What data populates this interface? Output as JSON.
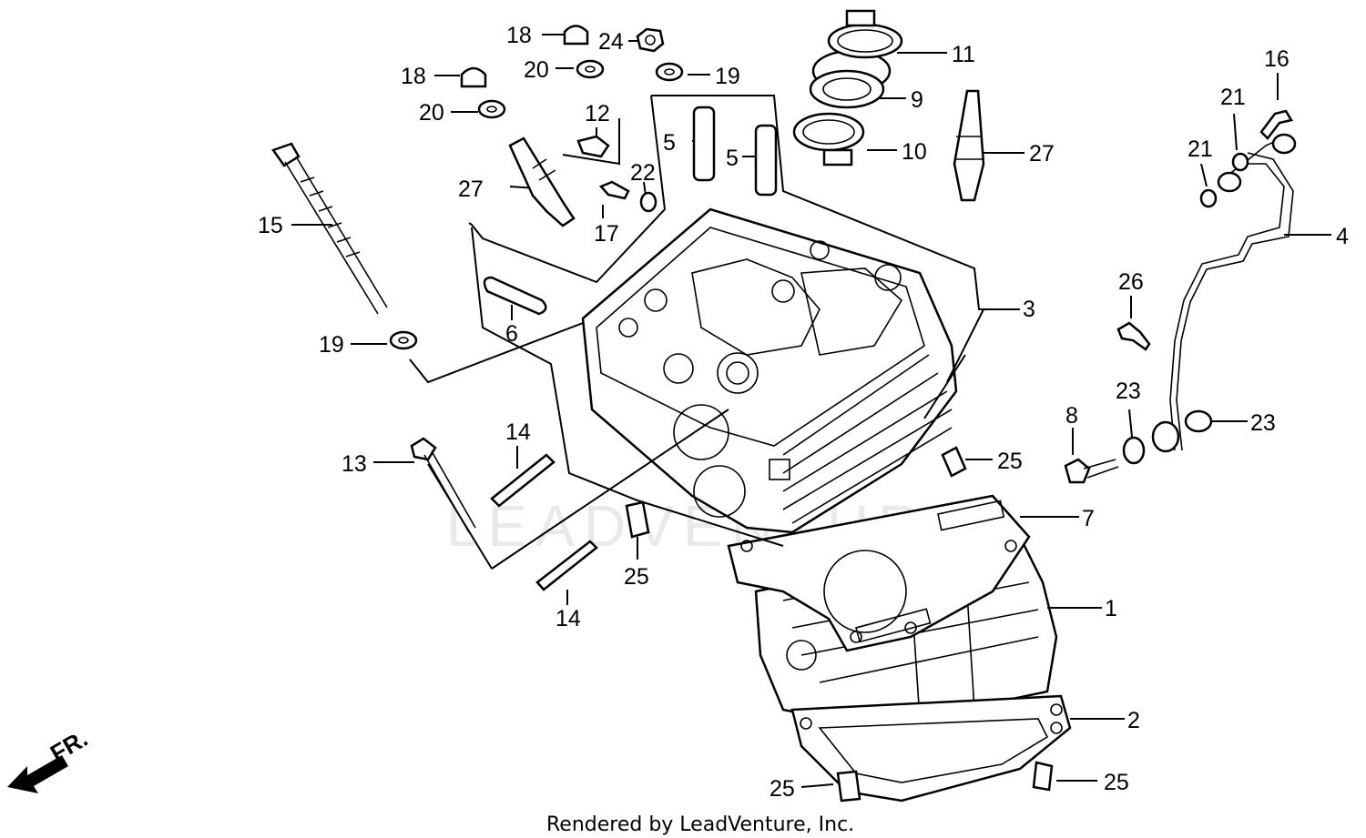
{
  "watermark": "LEADVENTURE",
  "footer": "Rendered by LeadVenture, Inc.",
  "direction_label": "FR.",
  "callouts": {
    "c1": "1",
    "c2": "2",
    "c3": "3",
    "c4": "4",
    "c5a": "5",
    "c5b": "5",
    "c6": "6",
    "c7": "7",
    "c8": "8",
    "c9": "9",
    "c10": "10",
    "c11": "11",
    "c12": "12",
    "c13": "13",
    "c14a": "14",
    "c14b": "14",
    "c15": "15",
    "c16": "16",
    "c17": "17",
    "c18a": "18",
    "c18b": "18",
    "c19a": "19",
    "c19b": "19",
    "c20a": "20",
    "c20b": "20",
    "c21a": "21",
    "c21b": "21",
    "c22": "22",
    "c23a": "23",
    "c23b": "23",
    "c24": "24",
    "c25a": "25",
    "c25b": "25",
    "c25c": "25",
    "c25d": "25",
    "c26": "26",
    "c27a": "27",
    "c27b": "27"
  }
}
